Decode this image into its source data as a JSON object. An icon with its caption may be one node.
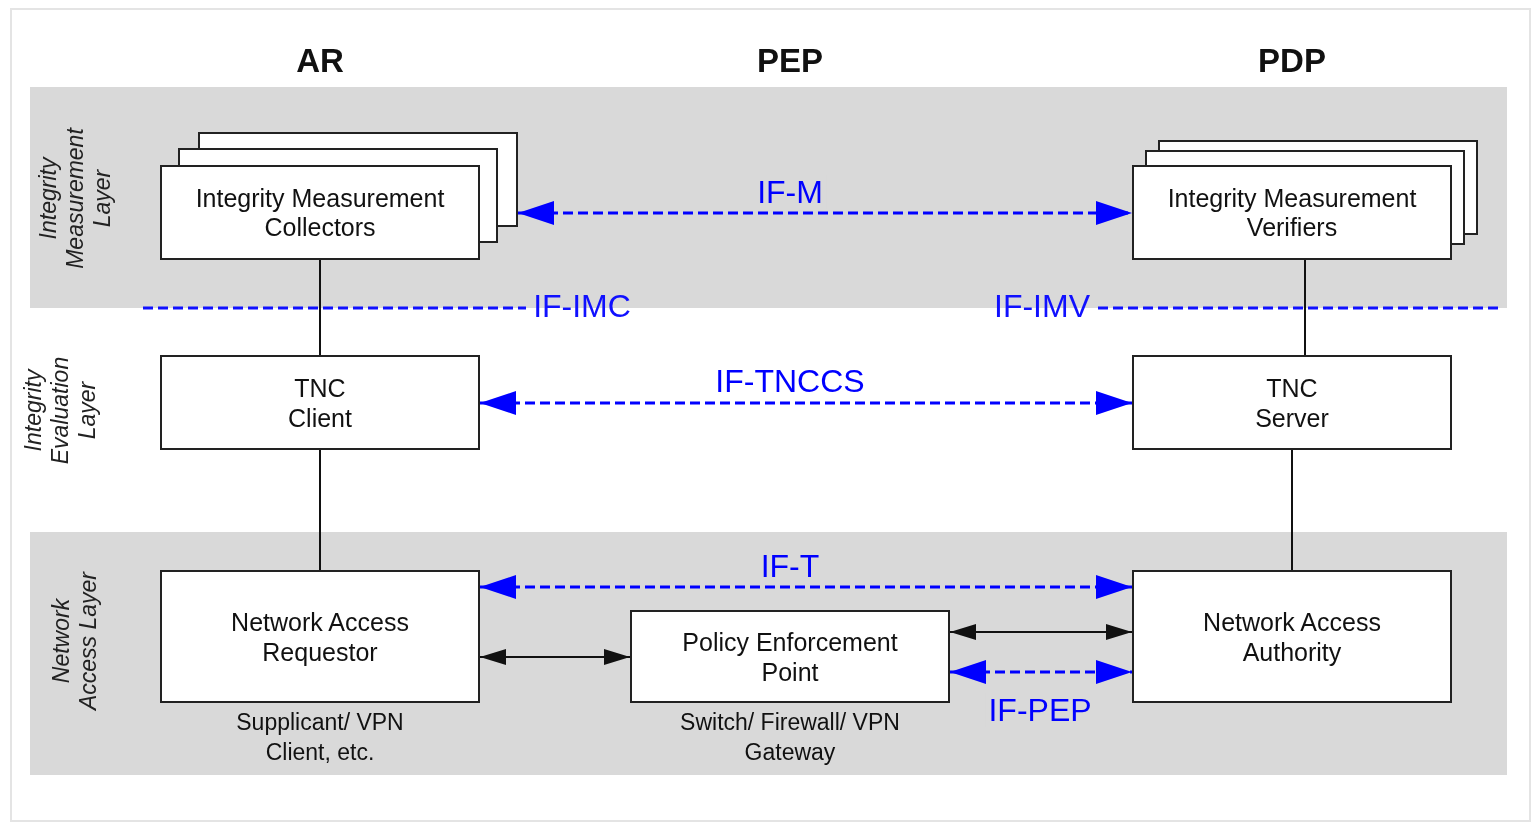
{
  "diagram": {
    "nodes": [
      {
        "text": [
          "Integrity Measurement Layer"
        ]
      },
      {
        "text": [
          "Integrity Measurement Collectors"
        ],
        "in": 0
      },
      {
        "text": [
          "Integrity Measurement Verifiers"
        ],
        "in": 0
      },
      {
        "text": [
          "TNC Client"
        ]
      },
      {
        "text": [
          "TNC Server"
        ]
      },
      {
        "text": [
          "Network Access Layer"
        ]
      },
      {
        "text": [
          "Network Access Requestor"
        ],
        "beside": [
          "Supplicant/ VPN Client, etc."
        ],
        "in": 5
      },
      {
        "text": [
          "Policy Enforcement Point"
        ],
        "beside": [
          "Switch/ Firewall/ VPN Gateway"
        ],
        "in": 5
      },
      {
        "text": [
          "Network Access Authority"
        ],
        "in": 5
      }
    ],
    "edges": [
      {
        "from": 1,
        "to": 2,
        "arrow": "both",
        "label": "IF-M",
        "style": "dashed",
        "color": "#0000ff"
      },
      {
        "from": 1,
        "to": 3,
        "arrow": "none"
      },
      {
        "from": 2,
        "to": 4,
        "arrow": "none"
      },
      {
        "from": 3,
        "to": 4,
        "arrow": "both",
        "label": "IF-TNCCS",
        "style": "dashed",
        "color": "#0000ff"
      },
      {
        "from": 3,
        "to": 6,
        "arrow": "none"
      },
      {
        "from": 4,
        "to": 8,
        "arrow": "none"
      },
      {
        "from": 6,
        "to": 8,
        "arrow": "both",
        "label": "IF-T",
        "style": "dashed",
        "color": "#0000ff"
      },
      {
        "from": 6,
        "to": 7,
        "arrow": "both"
      },
      {
        "from": 7,
        "to": 8,
        "arrow": "both"
      },
      {
        "from": 7,
        "to": 8,
        "arrow": "both",
        "label": "IF-PEP",
        "style": "dashed",
        "color": "#0000ff"
      }
    ],
    "labels": [
      "AR",
      "PEP",
      "PDP",
      "IF-IMC",
      "IF-IMV",
      "Integrity Evaluation Layer"
    ]
  }
}
